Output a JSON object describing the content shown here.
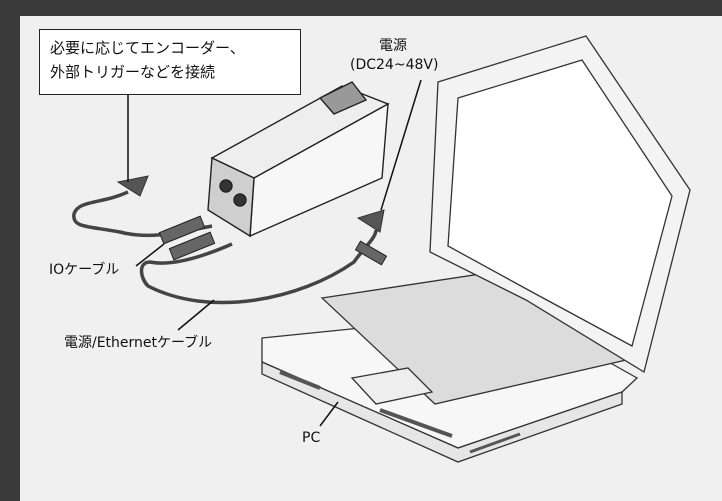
{
  "callout": {
    "line1": "必要に応じてエンコーダー、",
    "line2": "外部トリガーなどを接続"
  },
  "labels": {
    "power_title": "電源",
    "power_spec": "(DC24~48V)",
    "io_cable": "IOケーブル",
    "power_ethernet_cable": "電源/Ethernetケーブル",
    "pc": "PC"
  }
}
